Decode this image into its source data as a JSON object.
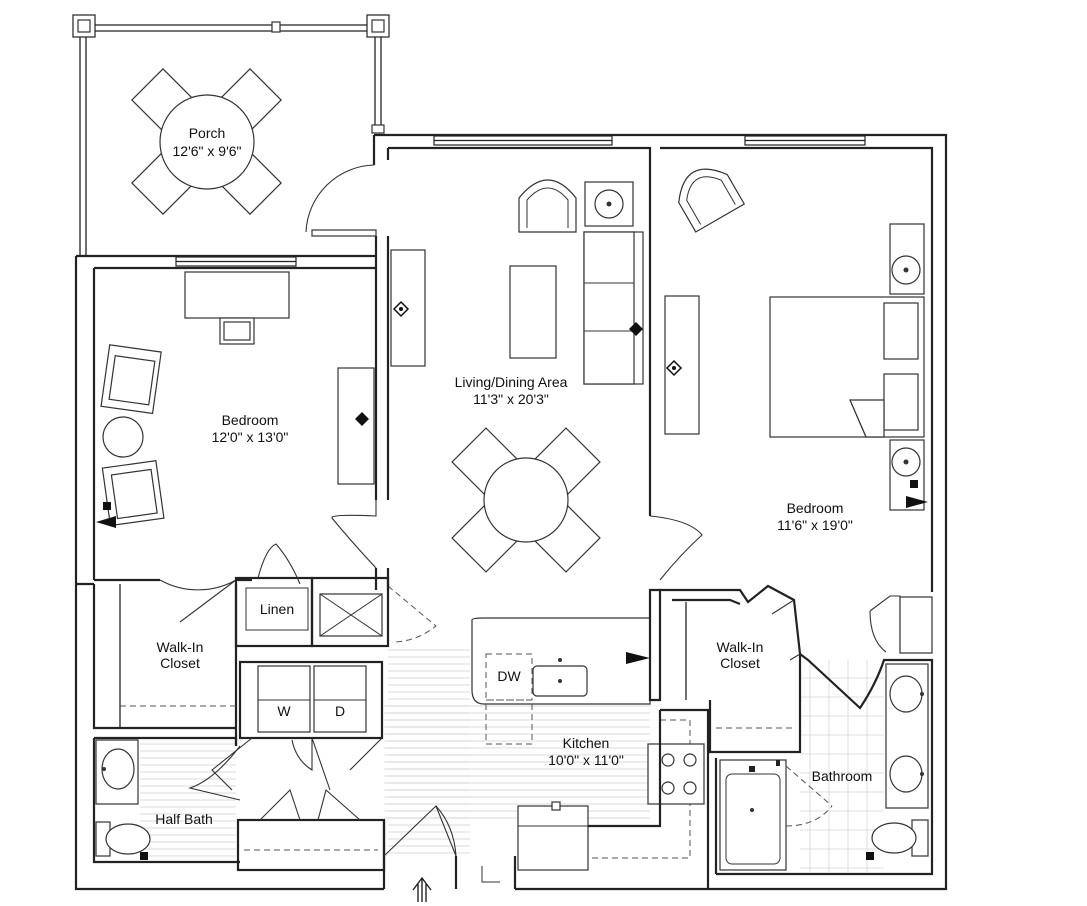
{
  "rooms": {
    "porch": {
      "name": "Porch",
      "size": "12'6\" x 9'6\""
    },
    "bedroom_left": {
      "name": "Bedroom",
      "size": "12'0\" x 13'0\""
    },
    "living": {
      "name": "Living/Dining Area",
      "size": "11'3\" x 20'3\""
    },
    "bedroom_right": {
      "name": "Bedroom",
      "size": "11'6\" x 19'0\""
    },
    "kitchen": {
      "name": "Kitchen",
      "size": "10'0\" x 11'0\""
    },
    "walkin_left": {
      "name_line1": "Walk-In",
      "name_line2": "Closet"
    },
    "walkin_right": {
      "name_line1": "Walk-In",
      "name_line2": "Closet"
    },
    "linen": {
      "name": "Linen"
    },
    "half_bath": {
      "name": "Half Bath"
    },
    "bathroom": {
      "name": "Bathroom"
    }
  },
  "appliances": {
    "washer": "W",
    "dryer": "D",
    "dishwasher": "DW"
  },
  "icons": {
    "entry": "entry-arrow-icon"
  }
}
